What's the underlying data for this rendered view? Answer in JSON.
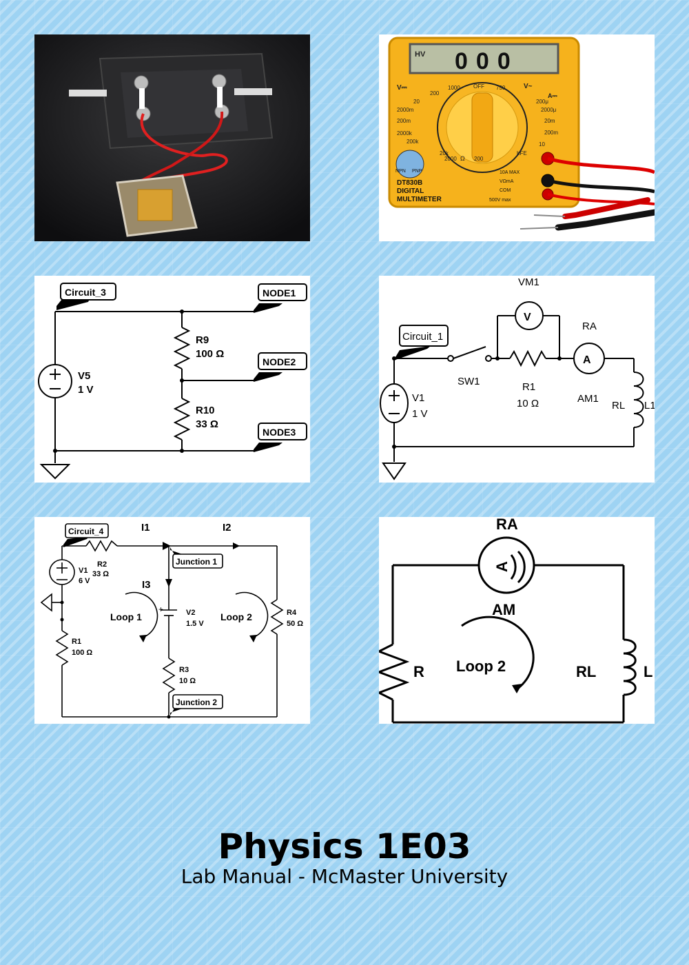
{
  "cover": {
    "title": "Physics 1E03",
    "subtitle": "Lab Manual - McMaster University"
  },
  "panels": [
    {
      "kind": "photo",
      "subject": "transformer-with-red-wires"
    },
    {
      "kind": "photo",
      "subject": "digital-multimeter",
      "meter": {
        "display": "000",
        "mode_label": "HV",
        "model": "DT830B",
        "line1": "DIGITAL",
        "line2": "MULTIMETER",
        "dial_labels": [
          "1000",
          "OFF",
          "750",
          "200",
          "20",
          "2000m",
          "200m",
          "2000k",
          "200k",
          "20k",
          "2000",
          "200",
          "hFE",
          "10",
          "200m",
          "20m",
          "2000μ",
          "200μ",
          "V⎓",
          "V~",
          "A⎓",
          "Ω",
          "NPN",
          "PNP",
          "COM",
          "VΩmA",
          "10A MAX",
          "500V max"
        ]
      }
    },
    {
      "kind": "circuit",
      "labels": {
        "circuit": "Circuit_3",
        "node1": "NODE1",
        "node2": "NODE2",
        "node3": "NODE3",
        "r9": "R9",
        "r9_val": "100 Ω",
        "r10": "R10",
        "r10_val": "33 Ω",
        "v5": "V5",
        "v5_val": "1 V"
      }
    },
    {
      "kind": "circuit",
      "labels": {
        "circuit": "Circuit_1",
        "vm1": "VM1",
        "ra": "RA",
        "sw1": "SW1",
        "r1": "R1",
        "r1_val": "10 Ω",
        "am1": "AM1",
        "rl": "RL",
        "l1": "L1",
        "v1": "V1",
        "v1_val": "1 V"
      }
    },
    {
      "kind": "circuit",
      "labels": {
        "circuit": "Circuit_4",
        "i1": "I1",
        "i2": "I2",
        "i3": "I3",
        "junction1": "Junction 1",
        "junction2": "Junction 2",
        "r2": "R2",
        "r2_val": "33 Ω",
        "v1": "V1",
        "v1_val": "6 V",
        "v2": "V2",
        "v2_val": "1.5 V",
        "r1": "R1",
        "r1_val": "100 Ω",
        "r3": "R3",
        "r3_val": "10 Ω",
        "r4": "R4",
        "r4_val": "50 Ω",
        "loop1": "Loop 1",
        "loop2": "Loop 2"
      }
    },
    {
      "kind": "circuit",
      "labels": {
        "ra": "RA",
        "am": "AM",
        "r": "R",
        "loop2": "Loop 2",
        "rl": "RL",
        "l": "L"
      }
    }
  ]
}
